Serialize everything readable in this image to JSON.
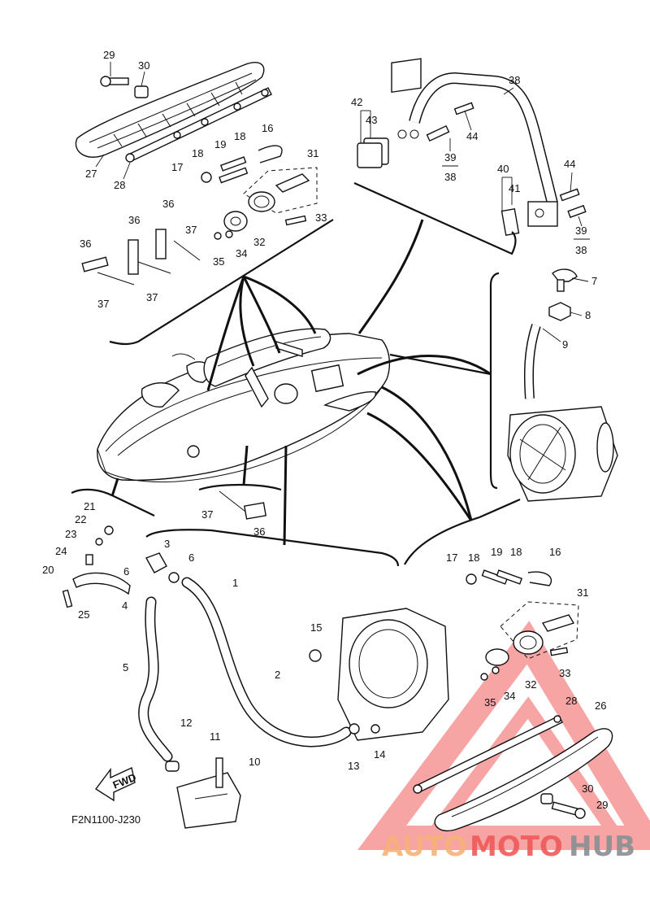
{
  "diagram": {
    "code": "F2N1100-J230",
    "fwd_label": "FWD",
    "labels": [
      {
        "id": "l29a",
        "text": "29"
      },
      {
        "id": "l30a",
        "text": "30"
      },
      {
        "id": "l27",
        "text": "27"
      },
      {
        "id": "l28a",
        "text": "28"
      },
      {
        "id": "l16a",
        "text": "16"
      },
      {
        "id": "l18a",
        "text": "18"
      },
      {
        "id": "l18b",
        "text": "18"
      },
      {
        "id": "l19a",
        "text": "19"
      },
      {
        "id": "l17a",
        "text": "17"
      },
      {
        "id": "l31a",
        "text": "31"
      },
      {
        "id": "l33a",
        "text": "33"
      },
      {
        "id": "l32a",
        "text": "32"
      },
      {
        "id": "l34a",
        "text": "34"
      },
      {
        "id": "l35a",
        "text": "35"
      },
      {
        "id": "l36a",
        "text": "36"
      },
      {
        "id": "l36b",
        "text": "36"
      },
      {
        "id": "l36c",
        "text": "36"
      },
      {
        "id": "l37a",
        "text": "37"
      },
      {
        "id": "l37b",
        "text": "37"
      },
      {
        "id": "l37c",
        "text": "37"
      },
      {
        "id": "l42",
        "text": "42"
      },
      {
        "id": "l43",
        "text": "43"
      },
      {
        "id": "l38a",
        "text": "38"
      },
      {
        "id": "l44a",
        "text": "44"
      },
      {
        "id": "l39a",
        "text": "39"
      },
      {
        "id": "l38b",
        "text": "38"
      },
      {
        "id": "l40",
        "text": "40"
      },
      {
        "id": "l41",
        "text": "41"
      },
      {
        "id": "l44b",
        "text": "44"
      },
      {
        "id": "l39b",
        "text": "39"
      },
      {
        "id": "l38c",
        "text": "38"
      },
      {
        "id": "l7",
        "text": "7"
      },
      {
        "id": "l8",
        "text": "8"
      },
      {
        "id": "l9",
        "text": "9"
      },
      {
        "id": "l21",
        "text": "21"
      },
      {
        "id": "l22",
        "text": "22"
      },
      {
        "id": "l23",
        "text": "23"
      },
      {
        "id": "l24",
        "text": "24"
      },
      {
        "id": "l20",
        "text": "20"
      },
      {
        "id": "l25",
        "text": "25"
      },
      {
        "id": "l37d",
        "text": "37"
      },
      {
        "id": "l36d",
        "text": "36"
      },
      {
        "id": "l3",
        "text": "3"
      },
      {
        "id": "l6a",
        "text": "6"
      },
      {
        "id": "l6b",
        "text": "6"
      },
      {
        "id": "l4",
        "text": "4"
      },
      {
        "id": "l1",
        "text": "1"
      },
      {
        "id": "l5",
        "text": "5"
      },
      {
        "id": "l2",
        "text": "2"
      },
      {
        "id": "l15",
        "text": "15"
      },
      {
        "id": "l12",
        "text": "12"
      },
      {
        "id": "l11",
        "text": "11"
      },
      {
        "id": "l10",
        "text": "10"
      },
      {
        "id": "l13",
        "text": "13"
      },
      {
        "id": "l14",
        "text": "14"
      },
      {
        "id": "l17b",
        "text": "17"
      },
      {
        "id": "l18c",
        "text": "18"
      },
      {
        "id": "l19b",
        "text": "19"
      },
      {
        "id": "l18d",
        "text": "18"
      },
      {
        "id": "l16b",
        "text": "16"
      },
      {
        "id": "l31b",
        "text": "31"
      },
      {
        "id": "l33b",
        "text": "33"
      },
      {
        "id": "l32b",
        "text": "32"
      },
      {
        "id": "l34b",
        "text": "34"
      },
      {
        "id": "l35b",
        "text": "35"
      },
      {
        "id": "l28b",
        "text": "28"
      },
      {
        "id": "l26",
        "text": "26"
      },
      {
        "id": "l30b",
        "text": "30"
      },
      {
        "id": "l29b",
        "text": "29"
      }
    ]
  },
  "watermark": {
    "part_a": "AUTO",
    "part_b": "MOTO",
    "part_c": "HUB",
    "colors": {
      "orange": "#f7b27a",
      "red": "#ef5a5a",
      "gray": "#8a8f94"
    }
  }
}
